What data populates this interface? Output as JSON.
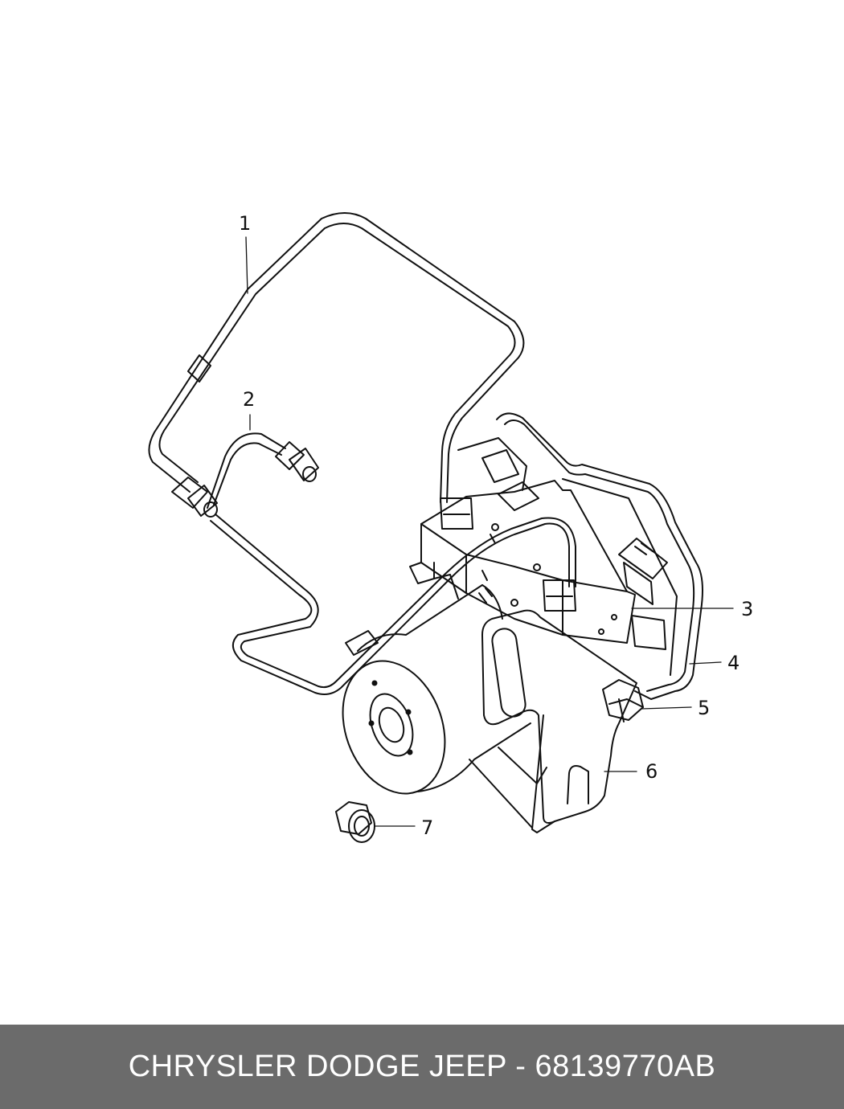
{
  "colors": {
    "line": "#111111",
    "background": "#ffffff",
    "footer_background": "#6b6b6b",
    "footer_text": "#ffffff"
  },
  "callouts": [
    {
      "number": "1",
      "part": "brake-line-long"
    },
    {
      "number": "2",
      "part": "brake-line-short"
    },
    {
      "number": "3",
      "part": "hydraulic-control-unit"
    },
    {
      "number": "4",
      "part": "control-module"
    },
    {
      "number": "5",
      "part": "bolt"
    },
    {
      "number": "6",
      "part": "mounting-bracket"
    },
    {
      "number": "7",
      "part": "nut"
    }
  ],
  "footer": {
    "text": "CHRYSLER DODGE JEEP - 68139770AB"
  }
}
